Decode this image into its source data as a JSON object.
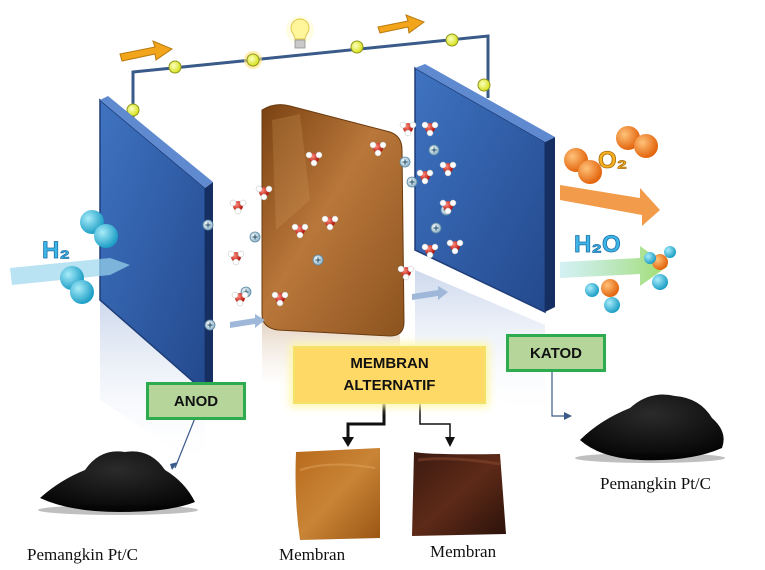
{
  "labels": {
    "anode": "ANOD",
    "cathode": "KATOD",
    "membrane_line1": "MEMBRAN",
    "membrane_line2": "ALTERNATIF",
    "catalyst_left": "Pemangkin Pt/C",
    "catalyst_right": "Pemangkin Pt/C",
    "membrane_sample_1": "Membran",
    "membrane_sample_2": "Membran"
  },
  "molecules": {
    "hydrogen": "H₂",
    "oxygen": "O₂",
    "water": "H₂O"
  },
  "icons": {
    "bulb": "light-bulb-icon",
    "electron": "electron-icon",
    "proton": "proton-icon",
    "arrow": "flow-arrow-icon"
  },
  "colors": {
    "electrode": "#2f5da8",
    "membrane": "#a0642a",
    "wire": "#3a5a8a",
    "label_green_fill": "#b5d59b",
    "label_green_border": "#2dab4f",
    "label_yellow_fill": "#ffd966",
    "hydrogen": "#37b7d6",
    "oxygen": "#ef7d1a",
    "arrow_orange": "#f2a51a"
  }
}
